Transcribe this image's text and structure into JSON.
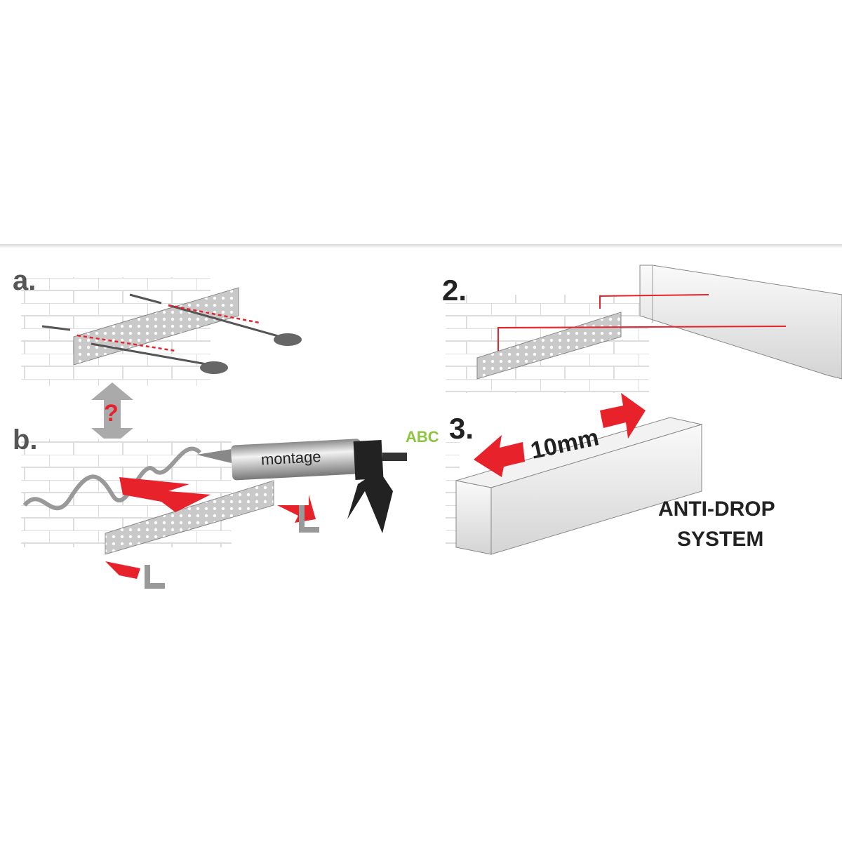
{
  "steps": {
    "a": "a.",
    "b": "b.",
    "two": "2.",
    "three": "3."
  },
  "question_mark": "?",
  "cartridge_label": "montage",
  "dimension_label": "10mm",
  "feature": {
    "line1": "ANTI-DROP",
    "line2": "SYSTEM"
  },
  "watermark": "ABC",
  "colors": {
    "accent": "#e8222a",
    "text": "#222222",
    "watermark": "#8cc63f"
  }
}
